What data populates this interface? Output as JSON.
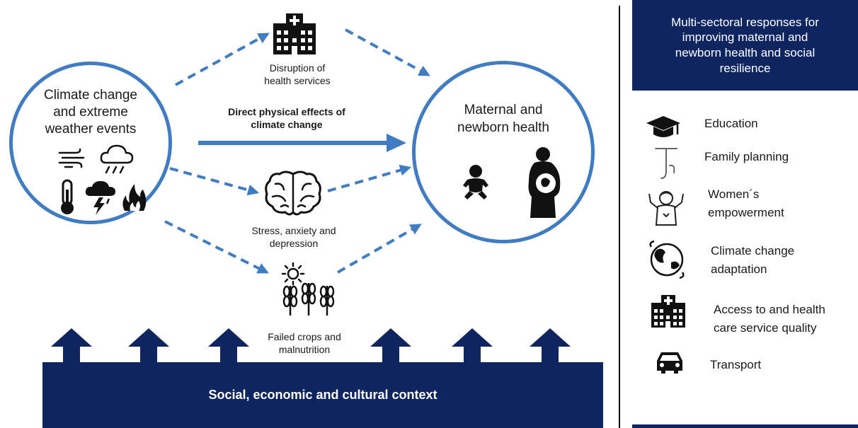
{
  "diagram": {
    "climate_node": {
      "label_lines": [
        "Climate change",
        "and extreme",
        "weather events"
      ]
    },
    "health_services_node": {
      "label_lines": [
        "Disruption of",
        "health services"
      ]
    },
    "direct_effects_label": {
      "label_lines": [
        "Direct physical effects of",
        "climate change"
      ]
    },
    "stress_node": {
      "label_lines": [
        "Stress, anxiety and",
        "depression"
      ]
    },
    "crops_node": {
      "label_lines": [
        "Failed crops and",
        "malnutrition"
      ]
    },
    "maternal_node": {
      "label_lines": [
        "Maternal and",
        "newborn health"
      ]
    },
    "context_bar": {
      "label": "Social, economic and cultural context"
    }
  },
  "responses_panel": {
    "header_lines": [
      "Multi-sectoral responses for",
      "improving maternal and",
      "newborn health and social",
      "resilience"
    ],
    "items": [
      {
        "icon": "graduation-cap-icon",
        "label_lines": [
          "Education"
        ]
      },
      {
        "icon": "iud-icon",
        "label_lines": [
          "Family planning"
        ]
      },
      {
        "icon": "empowered-woman-icon",
        "label_lines": [
          "Women´s",
          "empowerment"
        ]
      },
      {
        "icon": "globe-icon",
        "label_lines": [
          "Climate change",
          "adaptation"
        ]
      },
      {
        "icon": "hospital-icon",
        "label_lines": [
          "Access to and health",
          "care service quality"
        ]
      },
      {
        "icon": "car-icon",
        "label_lines": [
          "Transport"
        ]
      }
    ]
  },
  "colors": {
    "navy": "#0f2560",
    "blue": "#3f7cc4",
    "icon": "#111111"
  }
}
